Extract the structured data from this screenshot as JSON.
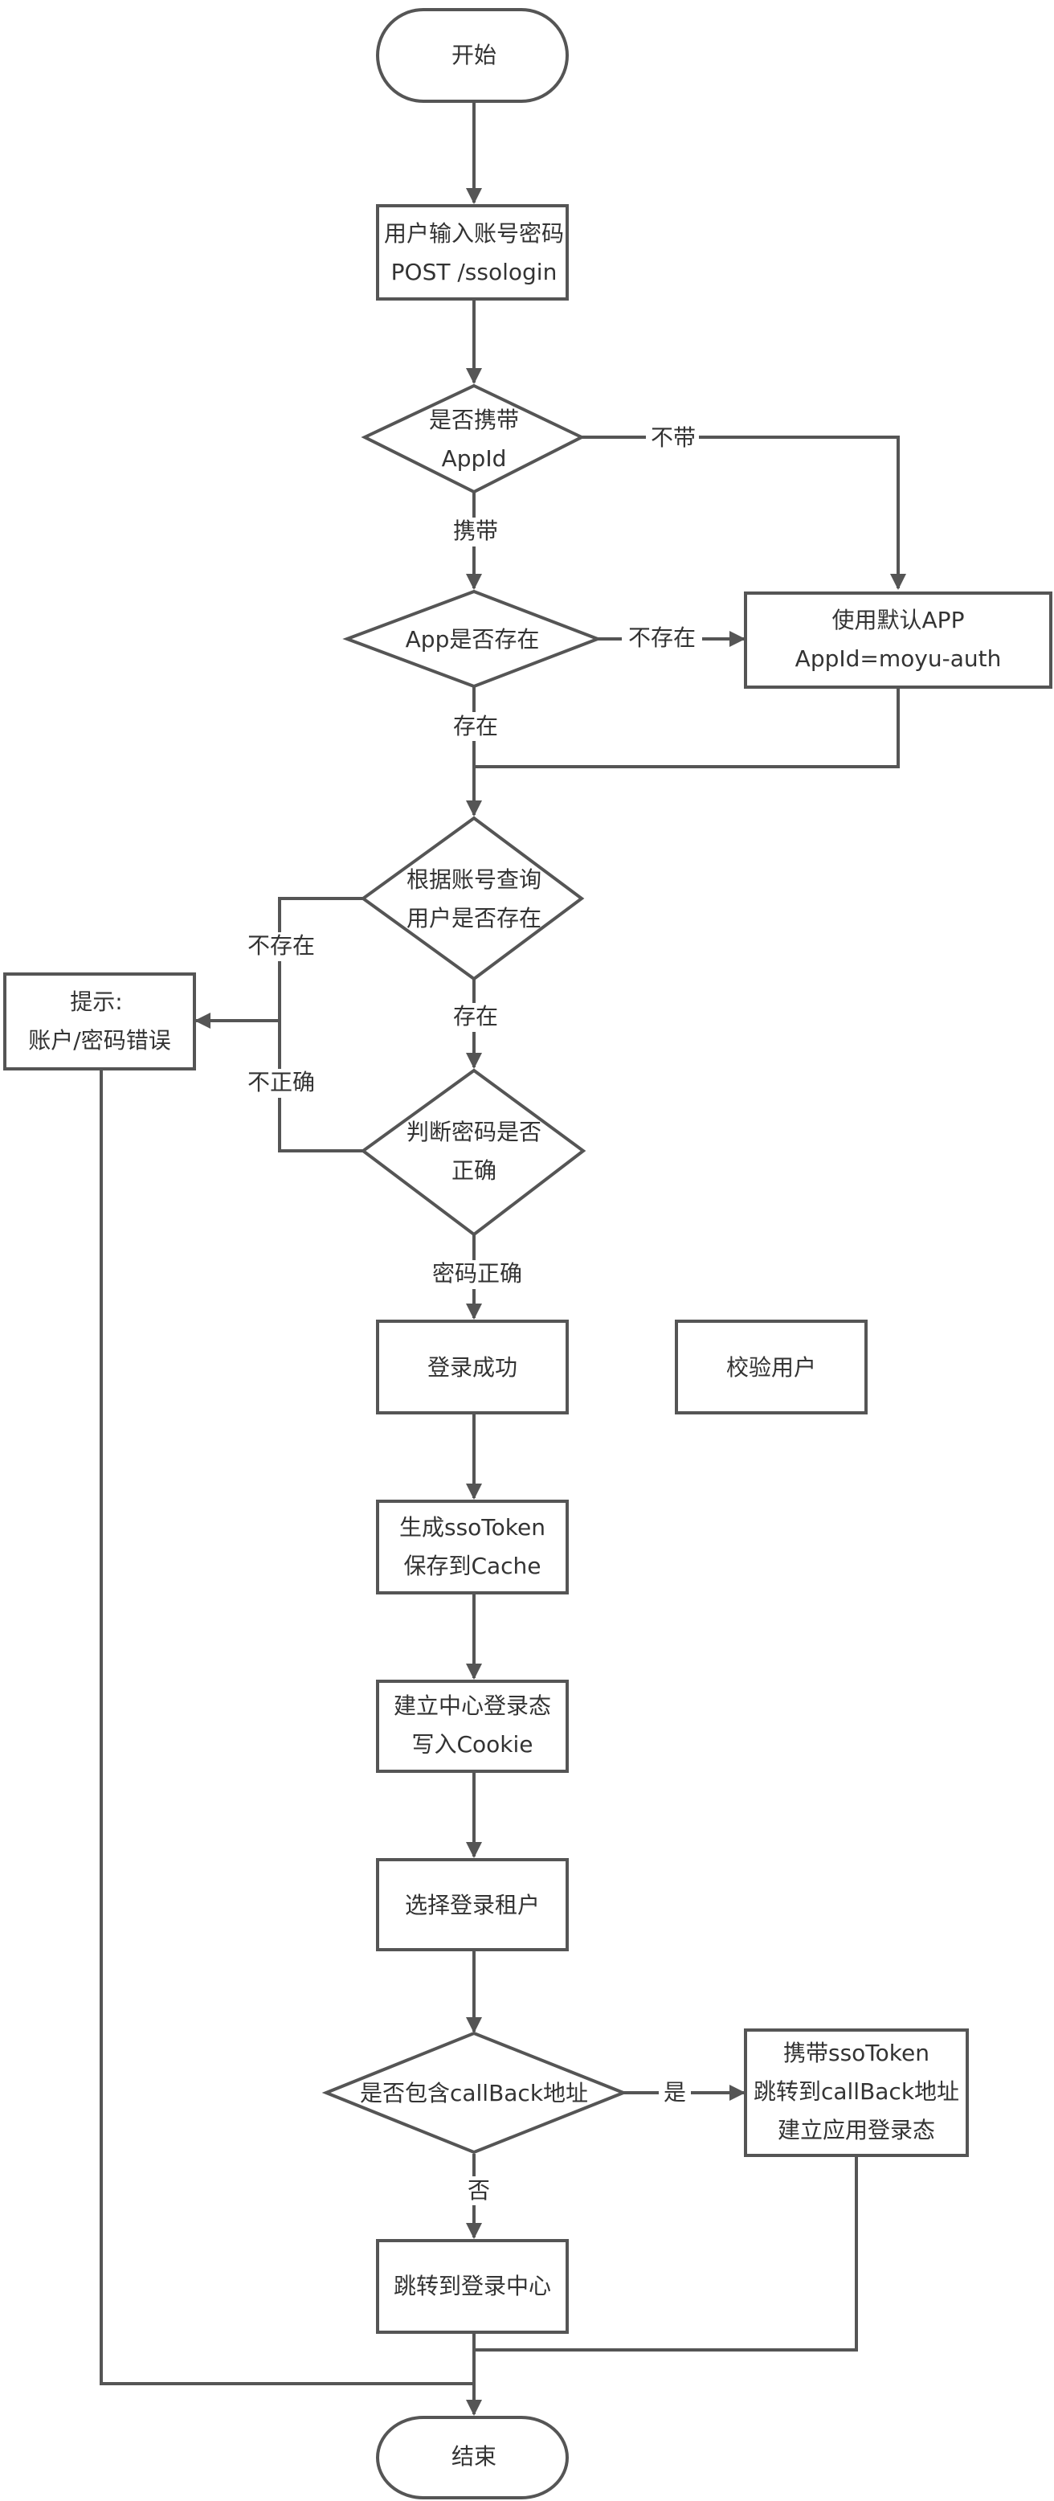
{
  "nodes": {
    "start": "开始",
    "input": [
      "用户输入账号密码",
      "POST /ssologin"
    ],
    "has_appid": [
      "是否携带",
      "AppId"
    ],
    "app_exists": "App是否存在",
    "default_app": [
      "使用默认APP",
      "AppId=moyu-auth"
    ],
    "user_exists": [
      "根据账号查询",
      "用户是否存在"
    ],
    "error_tip": [
      "提示:",
      "账户/密码错误"
    ],
    "password_ok": [
      "判断密码是否",
      "正确"
    ],
    "login_success": "登录成功",
    "verify_user": "校验用户",
    "gen_token": [
      "生成ssoToken",
      "保存到Cache"
    ],
    "set_cookie": [
      "建立中心登录态",
      "写入Cookie"
    ],
    "select_tenant": "选择登录租户",
    "has_callback": "是否包含callBack地址",
    "redirect_callback": [
      "携带ssoToken",
      "跳转到callBack地址",
      "建立应用登录态"
    ],
    "redirect_center": "跳转到登录中心",
    "end": "结束"
  },
  "edge_labels": {
    "no_carry": "不带",
    "carry": "携带",
    "app_not_exist": "不存在",
    "app_exist": "存在",
    "user_not_exist": "不存在",
    "user_exist": "存在",
    "pwd_wrong": "不正确",
    "pwd_right": "密码正确",
    "callback_yes": "是",
    "callback_no": "否"
  }
}
